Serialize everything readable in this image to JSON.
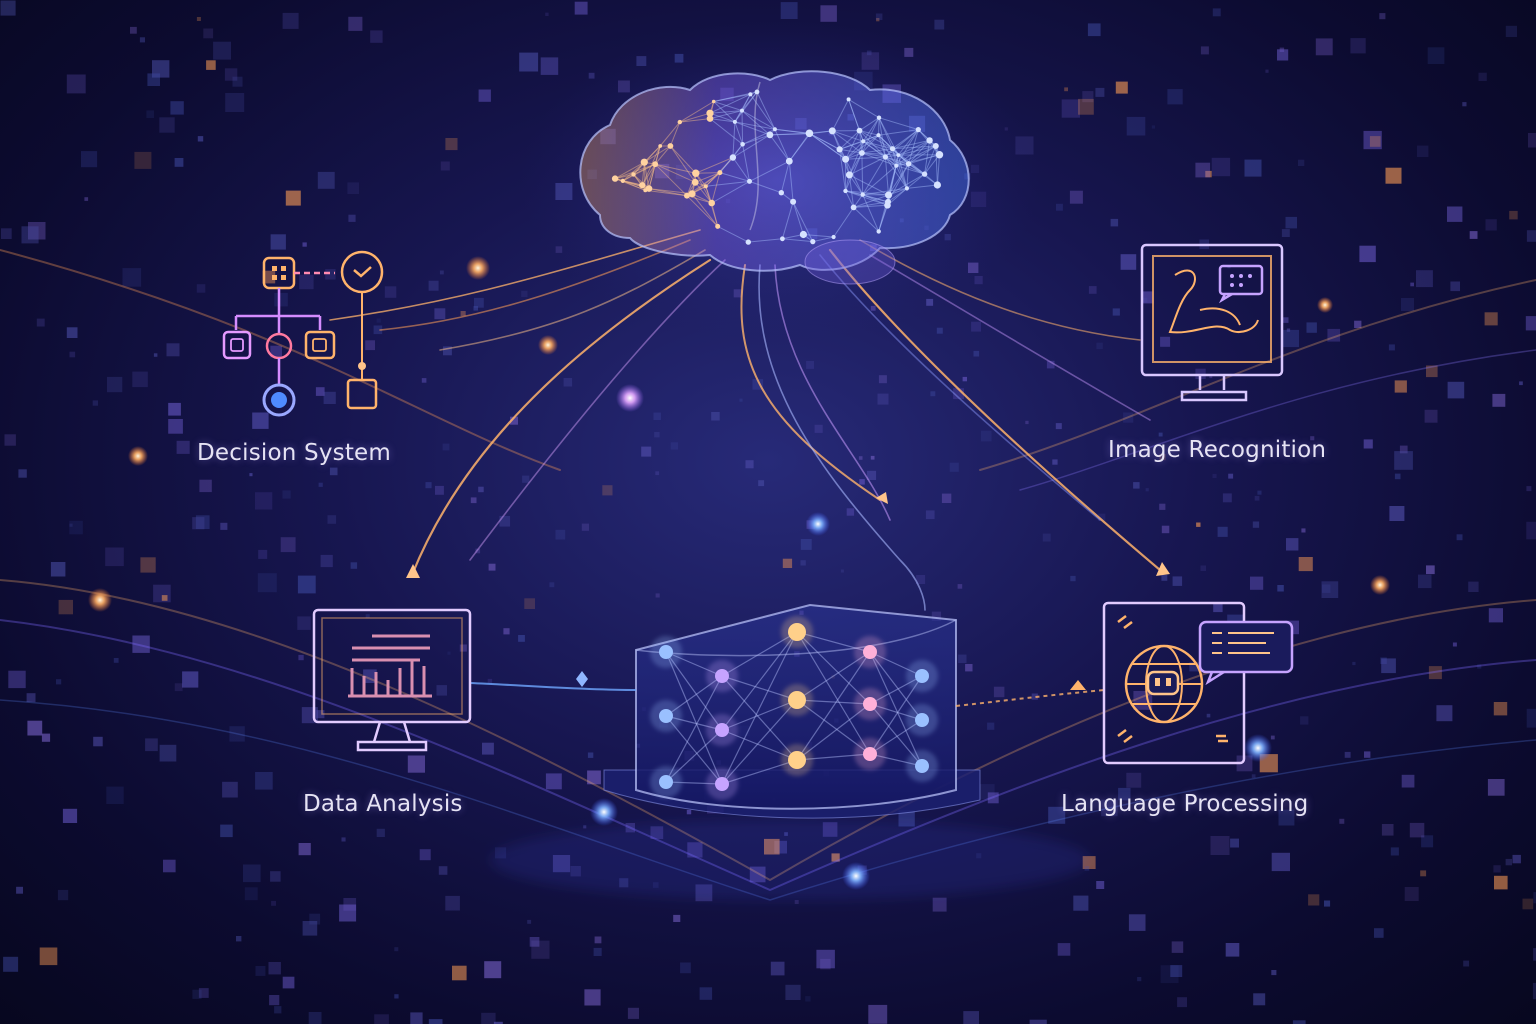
{
  "nodes": {
    "decision": {
      "label": "Decision System",
      "icon": "flowchart-icon"
    },
    "image": {
      "label": "Image Recognition",
      "icon": "monitor-image-icon"
    },
    "data": {
      "label": "Data Analysis",
      "icon": "monitor-bar-chart-icon"
    },
    "language": {
      "label": "Language Processing",
      "icon": "globe-chat-document-icon"
    }
  },
  "center": {
    "top": "brain-network-icon",
    "bottom": "neural-network-layer-icon"
  },
  "colors": {
    "background": "#0c0b30",
    "accent_orange": "#ffb36b",
    "accent_blue": "#6fa8ff",
    "accent_violet": "#c6a3ff",
    "label_text": "#e6e3f4"
  }
}
